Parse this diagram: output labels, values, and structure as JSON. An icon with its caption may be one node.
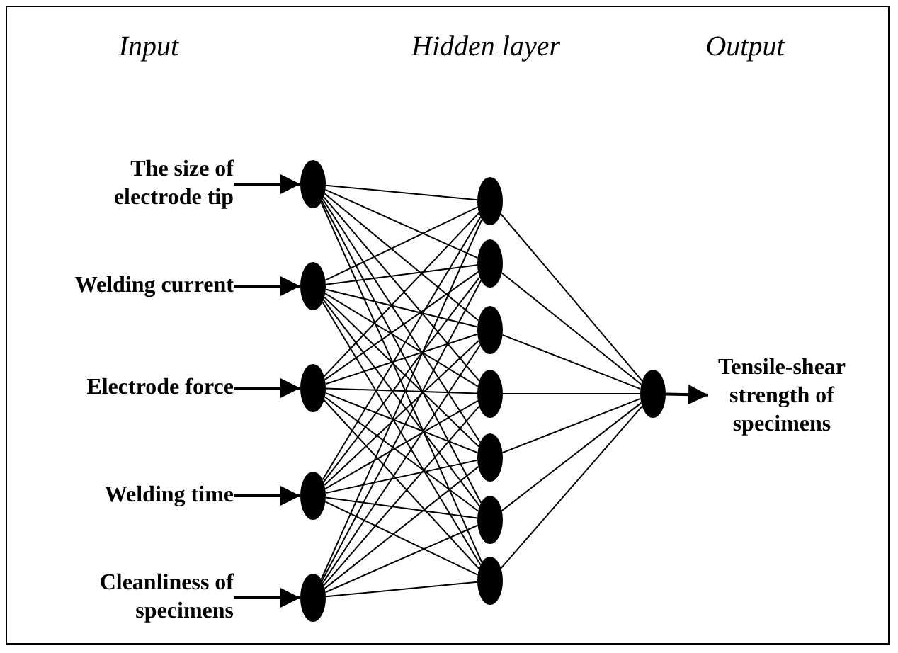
{
  "diagram": {
    "nodes": [
      {
        "text": [
          "The size of electrode tip"
        ]
      },
      {
        "text": [
          "Welding current"
        ]
      },
      {
        "text": [
          "Electrode force"
        ]
      },
      {
        "text": [
          "Welding time"
        ]
      },
      {
        "text": [
          "Cleanliness of specimens"
        ]
      },
      {
        "text": [],
        "shape": "ellipse"
      },
      {
        "text": [],
        "shape": "ellipse"
      },
      {
        "text": [],
        "shape": "ellipse"
      },
      {
        "text": [],
        "shape": "ellipse"
      },
      {
        "text": [],
        "shape": "ellipse"
      },
      {
        "text": [],
        "shape": "ellipse"
      },
      {
        "text": [],
        "shape": "ellipse"
      },
      {
        "text": [],
        "shape": "ellipse"
      },
      {
        "text": [],
        "shape": "ellipse"
      },
      {
        "text": [],
        "shape": "ellipse"
      },
      {
        "text": [],
        "shape": "ellipse"
      },
      {
        "text": [],
        "shape": "ellipse"
      },
      {
        "text": [],
        "shape": "ellipse"
      },
      {
        "text": [
          "Tensile-shear strength of specimens"
        ]
      }
    ],
    "edges": [
      {
        "from": 0,
        "to": 5,
        "arrow": "to"
      },
      {
        "from": 1,
        "to": 6,
        "arrow": "to"
      },
      {
        "from": 2,
        "to": 7,
        "arrow": "to"
      },
      {
        "from": 3,
        "to": 8,
        "arrow": "to"
      },
      {
        "from": 4,
        "to": 9,
        "arrow": "to"
      },
      {
        "from": 5,
        "to": 10,
        "arrow": "none"
      },
      {
        "from": 5,
        "to": 11,
        "arrow": "none"
      },
      {
        "from": 5,
        "to": 12,
        "arrow": "none"
      },
      {
        "from": 5,
        "to": 13,
        "arrow": "none"
      },
      {
        "from": 5,
        "to": 14,
        "arrow": "none"
      },
      {
        "from": 5,
        "to": 15,
        "arrow": "none"
      },
      {
        "from": 5,
        "to": 16,
        "arrow": "none"
      },
      {
        "from": 6,
        "to": 10,
        "arrow": "none"
      },
      {
        "from": 6,
        "to": 11,
        "arrow": "none"
      },
      {
        "from": 6,
        "to": 12,
        "arrow": "none"
      },
      {
        "from": 6,
        "to": 13,
        "arrow": "none"
      },
      {
        "from": 6,
        "to": 14,
        "arrow": "none"
      },
      {
        "from": 6,
        "to": 15,
        "arrow": "none"
      },
      {
        "from": 6,
        "to": 16,
        "arrow": "none"
      },
      {
        "from": 7,
        "to": 10,
        "arrow": "none"
      },
      {
        "from": 7,
        "to": 11,
        "arrow": "none"
      },
      {
        "from": 7,
        "to": 12,
        "arrow": "none"
      },
      {
        "from": 7,
        "to": 13,
        "arrow": "none"
      },
      {
        "from": 7,
        "to": 14,
        "arrow": "none"
      },
      {
        "from": 7,
        "to": 15,
        "arrow": "none"
      },
      {
        "from": 7,
        "to": 16,
        "arrow": "none"
      },
      {
        "from": 8,
        "to": 10,
        "arrow": "none"
      },
      {
        "from": 8,
        "to": 11,
        "arrow": "none"
      },
      {
        "from": 8,
        "to": 12,
        "arrow": "none"
      },
      {
        "from": 8,
        "to": 13,
        "arrow": "none"
      },
      {
        "from": 8,
        "to": 14,
        "arrow": "none"
      },
      {
        "from": 8,
        "to": 15,
        "arrow": "none"
      },
      {
        "from": 8,
        "to": 16,
        "arrow": "none"
      },
      {
        "from": 9,
        "to": 10,
        "arrow": "none"
      },
      {
        "from": 9,
        "to": 11,
        "arrow": "none"
      },
      {
        "from": 9,
        "to": 12,
        "arrow": "none"
      },
      {
        "from": 9,
        "to": 13,
        "arrow": "none"
      },
      {
        "from": 9,
        "to": 14,
        "arrow": "none"
      },
      {
        "from": 9,
        "to": 15,
        "arrow": "none"
      },
      {
        "from": 9,
        "to": 16,
        "arrow": "none"
      },
      {
        "from": 10,
        "to": 17,
        "arrow": "none"
      },
      {
        "from": 11,
        "to": 17,
        "arrow": "none"
      },
      {
        "from": 12,
        "to": 17,
        "arrow": "none"
      },
      {
        "from": 13,
        "to": 17,
        "arrow": "none"
      },
      {
        "from": 14,
        "to": 17,
        "arrow": "none"
      },
      {
        "from": 15,
        "to": 17,
        "arrow": "none"
      },
      {
        "from": 16,
        "to": 17,
        "arrow": "none"
      },
      {
        "from": 17,
        "to": 18,
        "arrow": "to"
      }
    ],
    "labels": [
      "Input",
      "Hidden layer",
      "Output"
    ]
  }
}
